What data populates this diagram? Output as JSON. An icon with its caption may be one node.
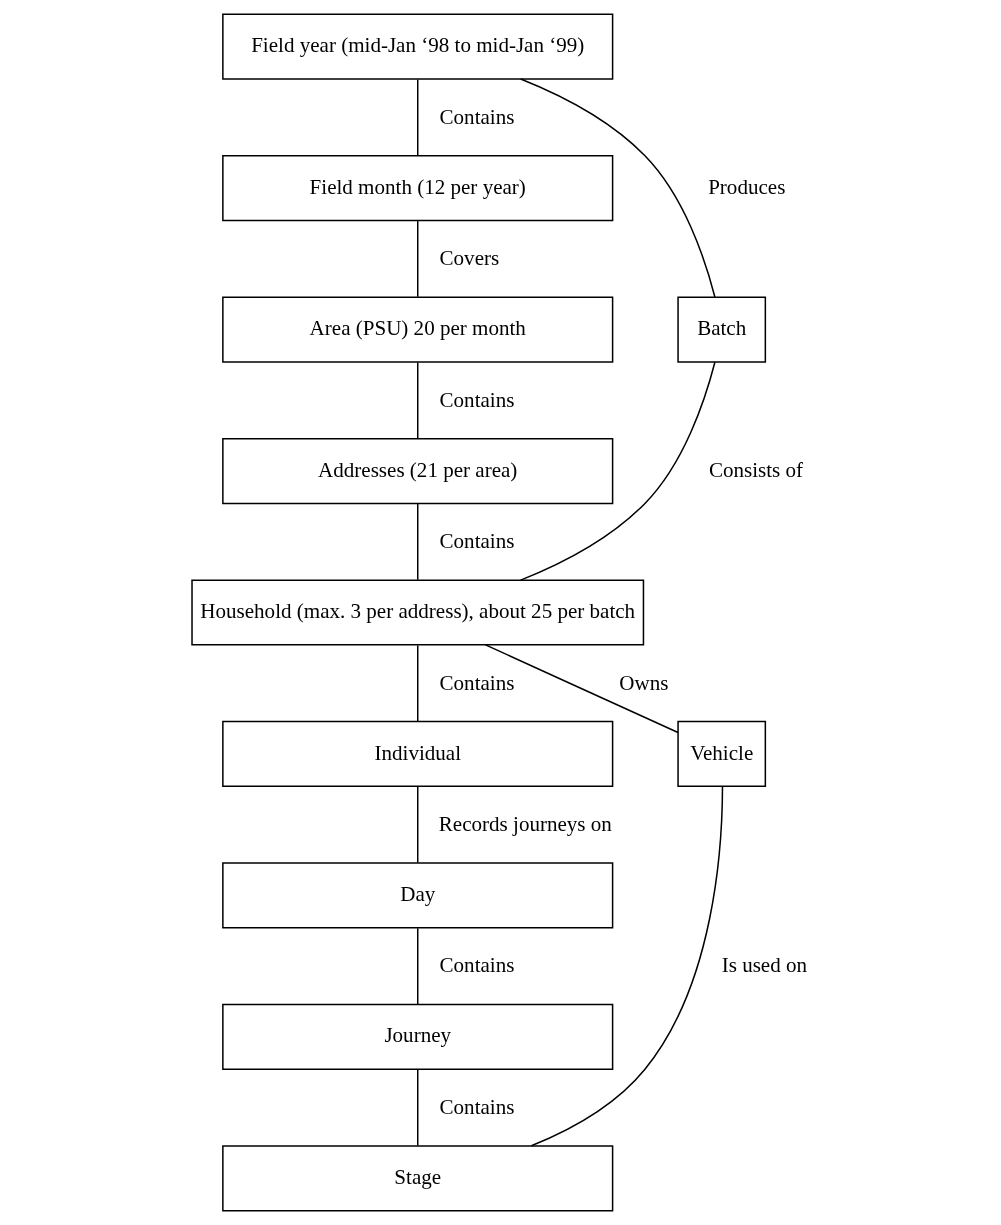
{
  "diagram": {
    "nodes": [
      {
        "text": [
          "Field year (mid-Jan ‘98 to mid-Jan ‘99)"
        ]
      },
      {
        "text": [
          "Field month (12 per year)"
        ]
      },
      {
        "text": [
          "Area (PSU) 20 per month"
        ]
      },
      {
        "text": [
          "Addresses (21 per area)"
        ]
      },
      {
        "text": [
          "Household (max. 3 per address), about 25 per batch"
        ]
      },
      {
        "text": [
          "Individual"
        ]
      },
      {
        "text": [
          "Day"
        ]
      },
      {
        "text": [
          "Journey"
        ]
      },
      {
        "text": [
          "Stage"
        ]
      },
      {
        "text": [
          "Batch"
        ]
      },
      {
        "text": [
          "Vehicle"
        ]
      }
    ],
    "edges": [
      {
        "from": 0,
        "to": 1,
        "arrow": "none",
        "label": "Contains"
      },
      {
        "from": 1,
        "to": 2,
        "arrow": "none",
        "label": "Covers"
      },
      {
        "from": 2,
        "to": 3,
        "arrow": "none",
        "label": "Contains"
      },
      {
        "from": 3,
        "to": 4,
        "arrow": "none",
        "label": "Contains"
      },
      {
        "from": 4,
        "to": 5,
        "arrow": "none",
        "label": "Contains"
      },
      {
        "from": 5,
        "to": 6,
        "arrow": "none",
        "label": "Records journeys on"
      },
      {
        "from": 6,
        "to": 7,
        "arrow": "none",
        "label": "Contains"
      },
      {
        "from": 7,
        "to": 8,
        "arrow": "none",
        "label": "Contains"
      },
      {
        "from": 0,
        "to": 9,
        "arrow": "none",
        "label": "Produces"
      },
      {
        "from": 9,
        "to": 4,
        "arrow": "none",
        "label": "Consists of"
      },
      {
        "from": 4,
        "to": 10,
        "arrow": "none",
        "label": "Owns"
      },
      {
        "from": 10,
        "to": 8,
        "arrow": "none",
        "label": "Is used on"
      }
    ]
  }
}
